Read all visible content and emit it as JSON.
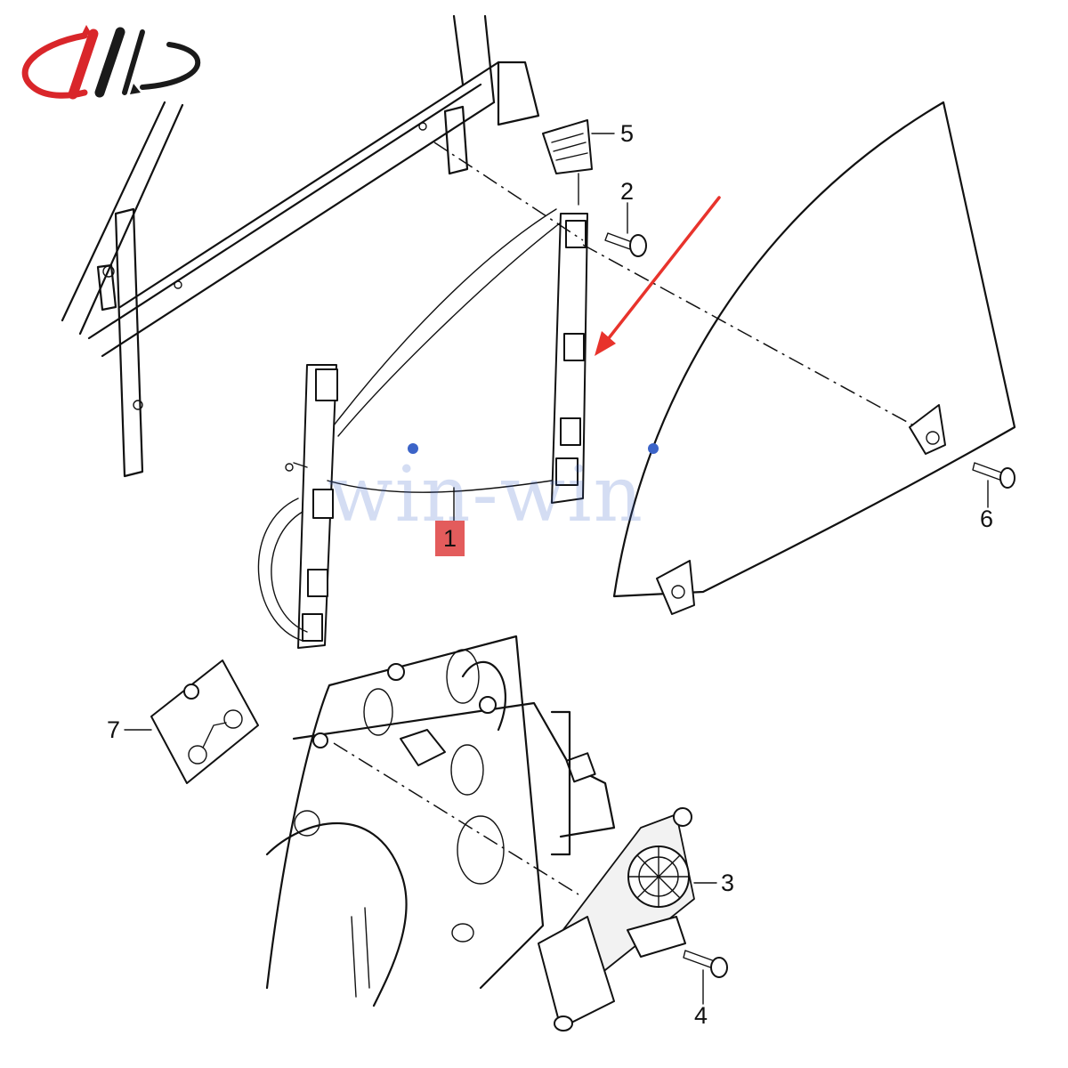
{
  "logo": {
    "icon": "brand-logo-swoosh",
    "accent_color": "#d9262a",
    "dark_color": "#1a1a1a"
  },
  "watermark": {
    "text": "win-win",
    "color": "#3c64c8"
  },
  "arrow": {
    "color": "#e8332c"
  },
  "callouts": [
    {
      "id": "1",
      "label": "1",
      "highlight_color": "#e35c5c"
    },
    {
      "id": "2",
      "label": "2"
    },
    {
      "id": "3",
      "label": "3"
    },
    {
      "id": "4",
      "label": "4"
    },
    {
      "id": "5",
      "label": "5"
    },
    {
      "id": "6",
      "label": "6"
    },
    {
      "id": "7",
      "label": "7"
    }
  ]
}
